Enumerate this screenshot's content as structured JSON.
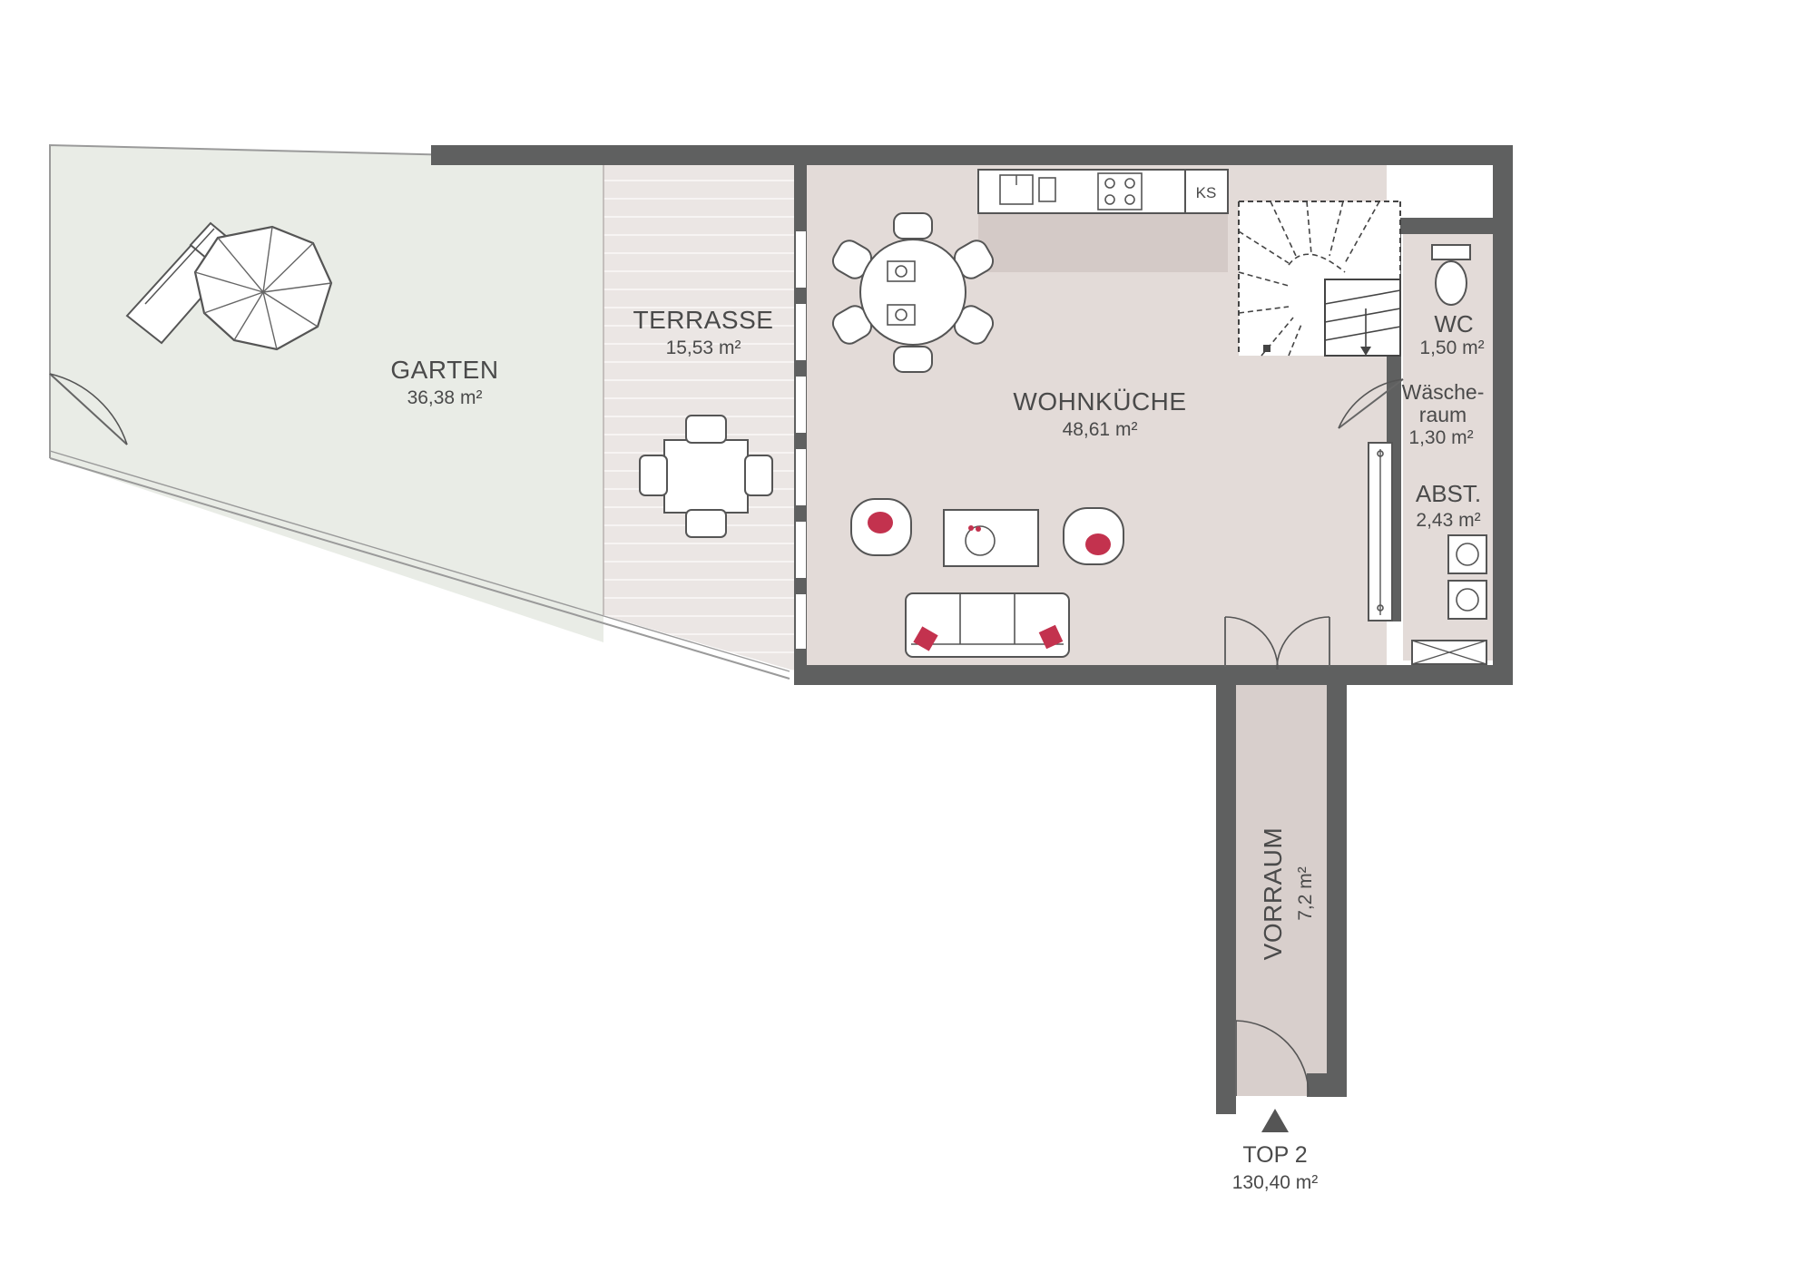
{
  "rooms": {
    "garten": {
      "name": "GARTEN",
      "area": "36,38 m²"
    },
    "terrasse": {
      "name": "TERRASSE",
      "area": "15,53 m²"
    },
    "wohnkueche": {
      "name": "WOHNKÜCHE",
      "area": "48,61 m²"
    },
    "wc": {
      "name": "WC",
      "area": "1,50 m²"
    },
    "waesche": {
      "name_line1": "Wäsche-",
      "name_line2": "raum",
      "area": "1,30 m²"
    },
    "abst": {
      "name": "ABST.",
      "area": "2,43 m²"
    },
    "vorraum": {
      "name": "VORRAUM",
      "area": "7,2 m²"
    }
  },
  "fixtures": {
    "fridge_label": "KS"
  },
  "unit": {
    "name": "TOP 2",
    "area": "130,40 m²"
  },
  "colors": {
    "garden": "#e9ece6",
    "terrace": "#ebe6e4",
    "interior": "#e3dbd8",
    "corridor": "#d8cfcc",
    "wall": "#5f6060",
    "cushion": "#c3324e"
  }
}
